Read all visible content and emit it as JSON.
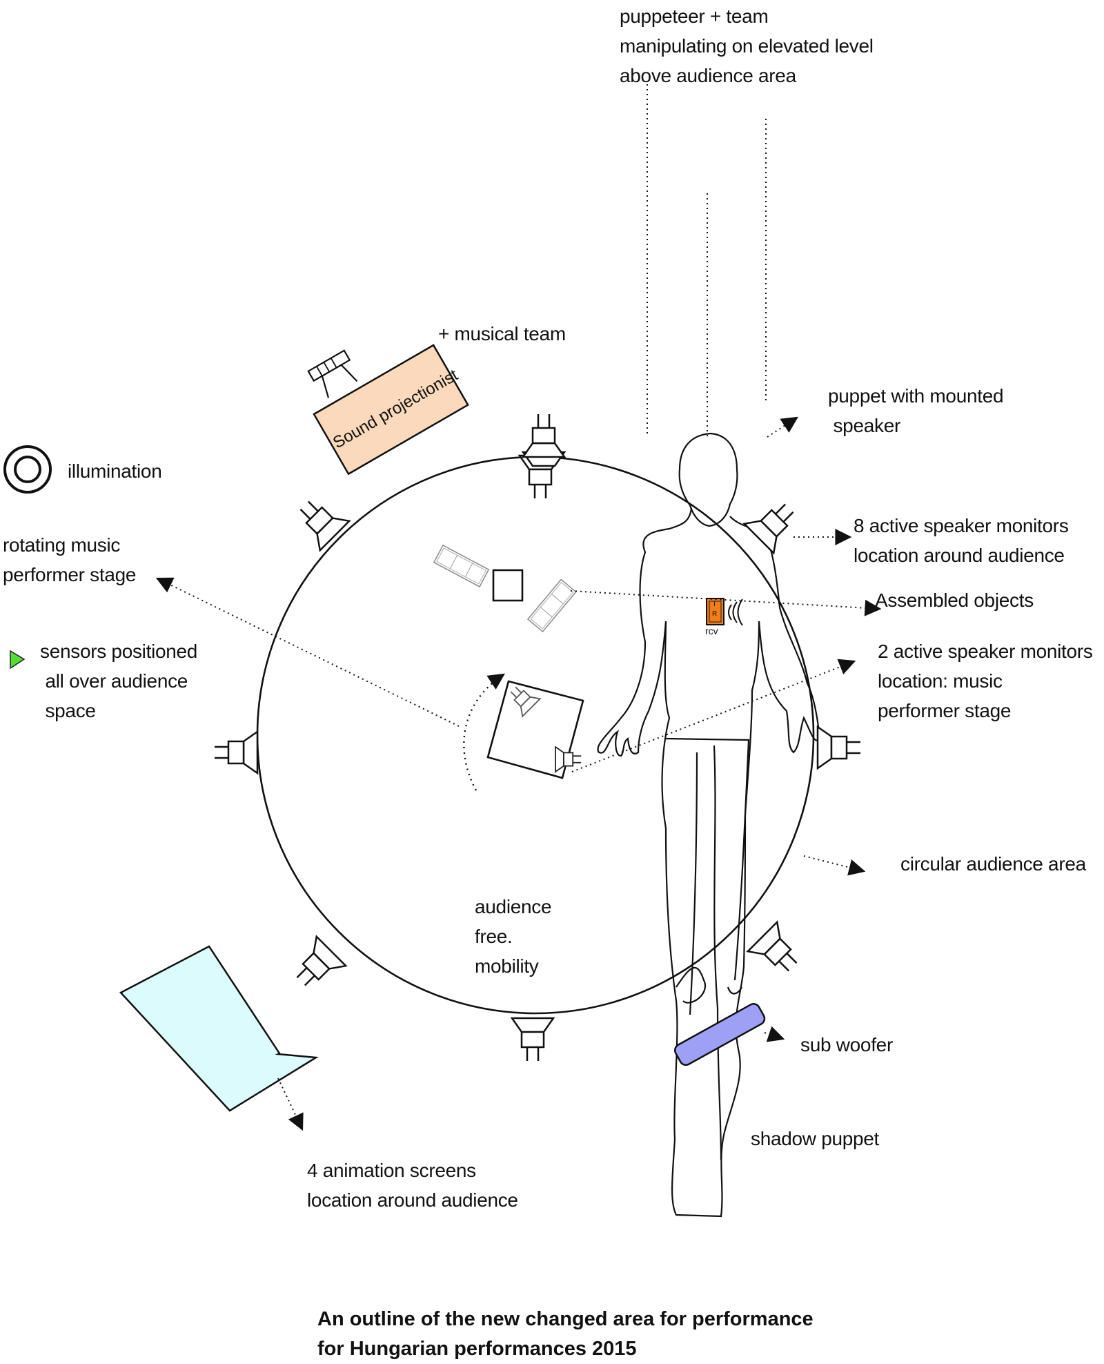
{
  "title": "An outline of the new changed area for performance for Hungarian performances 2015",
  "caption": {
    "line1": "An outline of the new changed area for performance",
    "line2": "for Hungarian performances 2015"
  },
  "labels": {
    "puppeteer": "puppeteer + team\nmanipulating on elevated level\nabove audience area",
    "musical_team": "+ musical team",
    "sound_projectionist": "Sound projectionist",
    "puppet_speaker": "puppet with mounted\n speaker",
    "illumination": "illumination",
    "rotating_stage": "rotating music\nperformer stage",
    "sensors": "sensors positioned\n all over audience\n space",
    "eight_monitors": "8 active speaker monitors\nlocation around audience",
    "assembled_objects": "Assembled objects",
    "two_monitors": "2 active speaker monitors\nlocation: music\nperformer stage",
    "circular_area": "circular audience area",
    "audience_free": "audience\nfree.\nmobility",
    "sub_woofer": "sub woofer",
    "shadow_puppet": "shadow puppet",
    "animation_screens": "4 animation screens\nlocation around audience",
    "ir_receiver_top": "I",
    "ir_receiver_bottom": "R",
    "rcv": "rcv"
  },
  "icons": {
    "illumination": "double-circle-icon",
    "sensor": "green-triangle-icon",
    "speaker": "speaker-icon",
    "ir_receiver": "ir-receiver-icon",
    "sub_woofer": "rounded-bar-icon",
    "animation_screen": "rectangle-screen-icon",
    "mixing_desk": "sound-desk-icon"
  },
  "colors": {
    "sound_desk_fill": "#fad9bc",
    "sub_woofer_fill": "#9da0f5",
    "screen_fill": "#dcfbfd",
    "sensor_fill": "#55dd33",
    "ir_fill": "#f07d16",
    "line": "#111111"
  }
}
